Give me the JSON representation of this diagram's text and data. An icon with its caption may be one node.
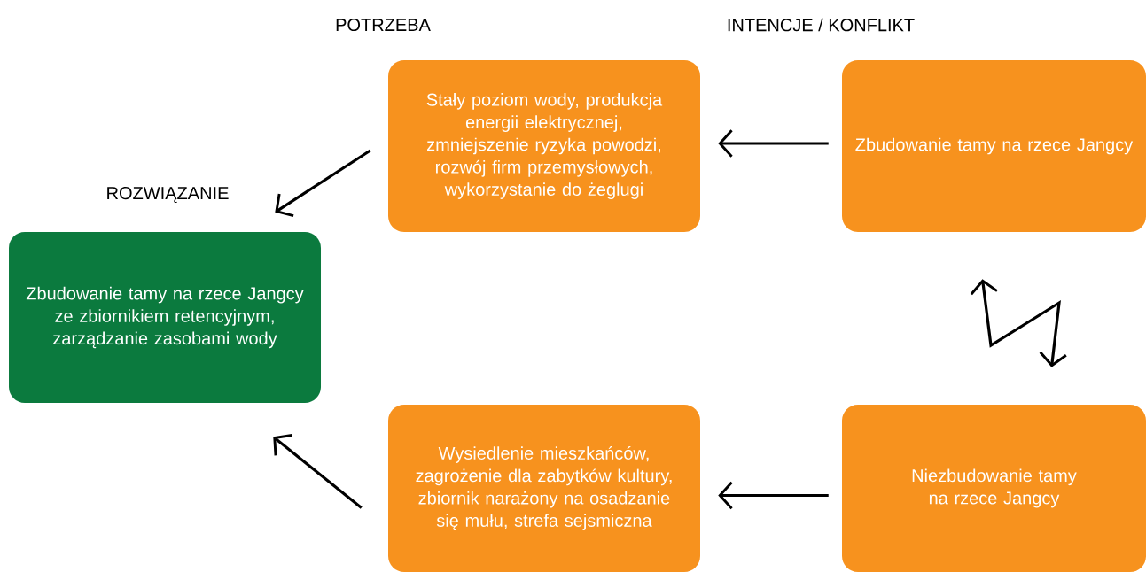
{
  "diagram": {
    "nodes": [
      {
        "text": [
          "Stały poziom wody, produkcja energii elektrycznej, zmniejszenie ryzyka powodzi, rozwój firm przemysłowych, wykorzystanie do żeglugi"
        ]
      },
      {
        "text": [
          "Zbudowanie tamy na rzece Jangcy"
        ]
      },
      {
        "text": [
          "Zbudowanie tamy na rzece Jangcy ze zbiornikiem retencyjnym, zarządzanie zasobami wody"
        ]
      },
      {
        "text": [
          "Wysiedlenie mieszkańców, zagrożenie dla zabytków kultury, zbiornik narażony na osadzanie się mułu, strefa sejsmiczna"
        ]
      },
      {
        "text": [
          "Niezbudowanie tamy na rzece Jangcy"
        ]
      }
    ],
    "edges": [
      {
        "from": 1,
        "to": 0,
        "arrow": "to"
      },
      {
        "from": 0,
        "to": 2,
        "arrow": "to"
      },
      {
        "from": 3,
        "to": 2,
        "arrow": "to"
      },
      {
        "from": 4,
        "to": 3,
        "arrow": "to"
      },
      {
        "from": 1,
        "to": 4,
        "arrow": "both"
      }
    ],
    "labels": [
      "POTRZEBA",
      "INTENCJE / KONFLIKT",
      "ROZWIĄZANIE"
    ]
  }
}
